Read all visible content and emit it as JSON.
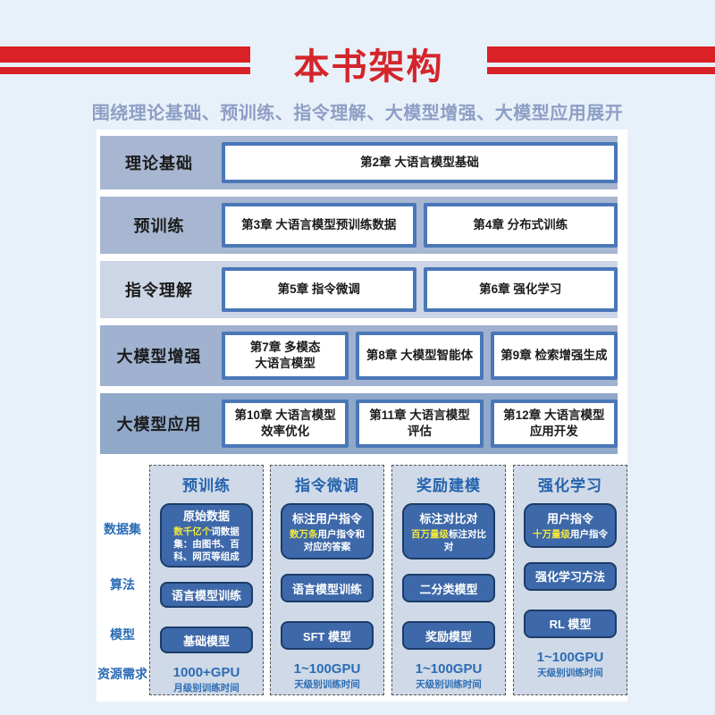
{
  "header": {
    "title": "本书架构",
    "subtitle": "围绕理论基础、预训练、指令理解、大模型增强、大模型应用展开"
  },
  "colors": {
    "accent_red": "#da2128",
    "page_bg": "#e8f1f9",
    "row_medium": "#a7b6d1",
    "row_light": "#ccd6e6",
    "row_dark": "#90a8c9",
    "box_border_blue": "#4a77b8",
    "pill_blue": "#3d68a9",
    "pill_border_navy": "#1c3c68",
    "highlight_yellow": "#f2e73d",
    "label_blue": "#2b6cb5"
  },
  "diagram": {
    "rows": [
      {
        "label": "理论基础",
        "boxes": [
          "第2章  大语言模型基础"
        ]
      },
      {
        "label": "预训练",
        "boxes": [
          "第3章  大语言模型预训练数据",
          "第4章  分布式训练"
        ]
      },
      {
        "label": "指令理解",
        "boxes": [
          "第5章  指令微调",
          "第6章  强化学习"
        ]
      },
      {
        "label": "大模型增强",
        "boxes": [
          "第7章  多模态\n大语言模型",
          "第8章  大模型智能体",
          "第9章  检索增强生成"
        ]
      },
      {
        "label": "大模型应用",
        "boxes": [
          "第10章  大语言模型\n效率优化",
          "第11章  大语言模型\n评估",
          "第12章  大语言模型\n应用开发"
        ]
      }
    ]
  },
  "pipeline": {
    "row_labels": [
      "数据集",
      "算法",
      "模型",
      "资源需求"
    ],
    "columns": [
      {
        "title": "预训练",
        "dataset": {
          "title": "原始数据",
          "highlight": "数千亿个",
          "desc": "词数据集：由图书、百科、网页等组成"
        },
        "algorithm": "语言模型训练",
        "model": "基础模型",
        "resource_gpu": "1000+GPU",
        "resource_time": "月级别训练时间"
      },
      {
        "title": "指令微调",
        "dataset": {
          "title": "标注用户指令",
          "highlight": "数万条",
          "desc": "用户指令和对应的答案"
        },
        "algorithm": "语言模型训练",
        "model": "SFT 模型",
        "resource_gpu": "1~100GPU",
        "resource_time": "天级别训练时间"
      },
      {
        "title": "奖励建模",
        "dataset": {
          "title": "标注对比对",
          "highlight": "百万量级",
          "desc": "标注对比对"
        },
        "algorithm": "二分类模型",
        "model": "奖励模型",
        "resource_gpu": "1~100GPU",
        "resource_time": "天级别训练时间"
      },
      {
        "title": "强化学习",
        "dataset": {
          "title": "用户指令",
          "highlight": "十万量级",
          "desc": "用户指令"
        },
        "algorithm": "强化学习方法",
        "model": "RL 模型",
        "resource_gpu": "1~100GPU",
        "resource_time": "天级别训练时间"
      }
    ]
  }
}
